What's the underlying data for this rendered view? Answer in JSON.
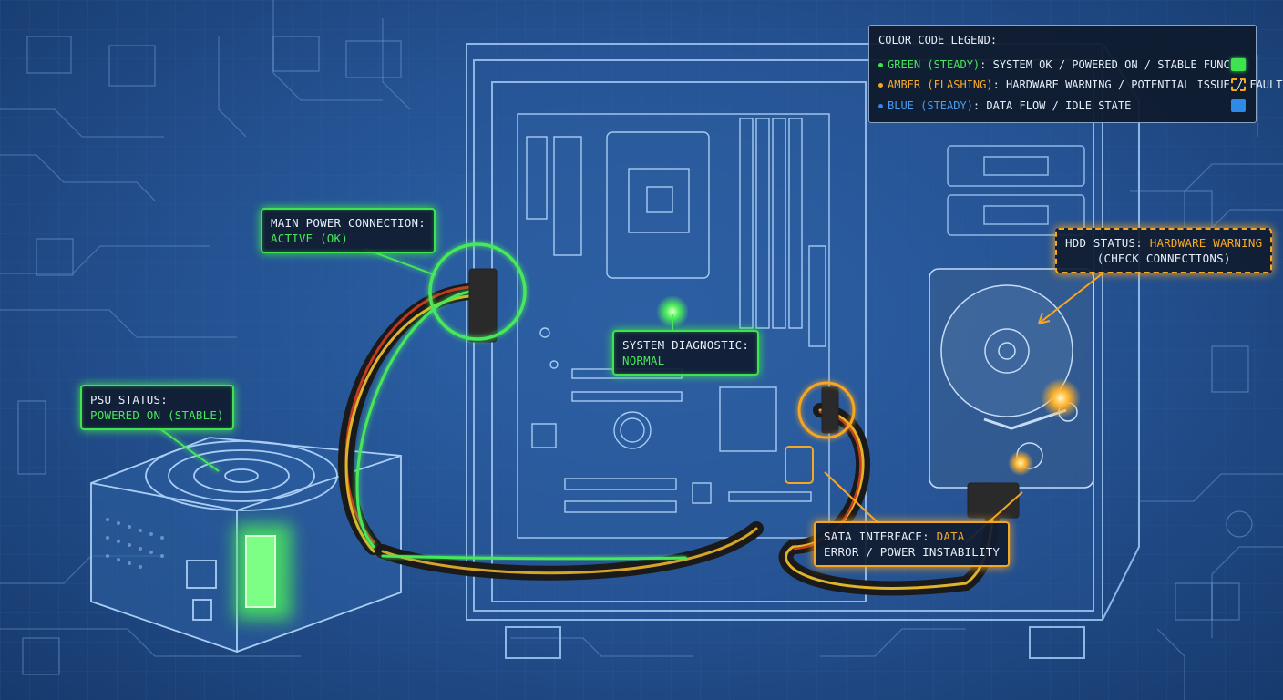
{
  "legend": {
    "title": "COLOR CODE LEGEND:",
    "items": [
      {
        "key": "GREEN (STEADY)",
        "desc": ": SYSTEM OK / POWERED ON / STABLE FUNC.",
        "color": "#3fe34f",
        "swatch": "solid"
      },
      {
        "key": "AMBER (FLASHING)",
        "desc": ": HARDWARE WARNING / POTENTIAL ISSUE / FAULT",
        "color": "#f5a623",
        "swatch": "dashed"
      },
      {
        "key": "BLUE (STEADY)",
        "desc": ": DATA FLOW / IDLE STATE",
        "color": "#2f8ae6",
        "swatch": "solid"
      }
    ]
  },
  "callouts": {
    "main_power": {
      "label": "MAIN POWER CONNECTION:",
      "value": "ACTIVE (OK)"
    },
    "system_diag": {
      "label": "SYSTEM DIAGNOSTIC:",
      "value": "NORMAL"
    },
    "psu": {
      "label": "PSU STATUS:",
      "value": "POWERED ON (STABLE)"
    },
    "hdd": {
      "label": "HDD STATUS: ",
      "value": "HARDWARE WARNING",
      "value2": "(CHECK CONNECTIONS)"
    },
    "sata": {
      "label": "SATA INTERFACE: ",
      "value": "DATA",
      "value2": "ERROR / POWER INSTABILITY"
    }
  },
  "colors": {
    "ok": "#3fe34f",
    "warning": "#f5a623",
    "data": "#2f8ae6",
    "blueprint": "#234f8e"
  }
}
